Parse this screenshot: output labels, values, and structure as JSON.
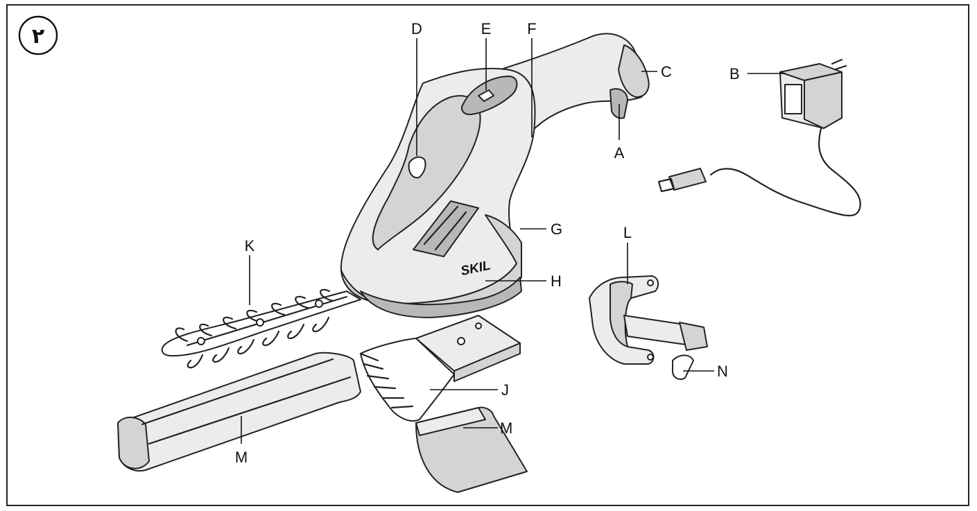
{
  "figure": {
    "number_glyph": "٢"
  },
  "labels": {
    "A": "A",
    "B": "B",
    "C": "C",
    "D": "D",
    "E": "E",
    "F": "F",
    "G": "G",
    "H": "H",
    "J": "J",
    "K": "K",
    "L": "L",
    "M1": "M",
    "M2": "M",
    "N": "N"
  },
  "brand": {
    "logo_text": "SKIL"
  },
  "colors": {
    "line": "#222222",
    "body_fill": "#ececec",
    "shade_fill": "#d4d4d4",
    "dark_fill": "#b8b8b8"
  }
}
